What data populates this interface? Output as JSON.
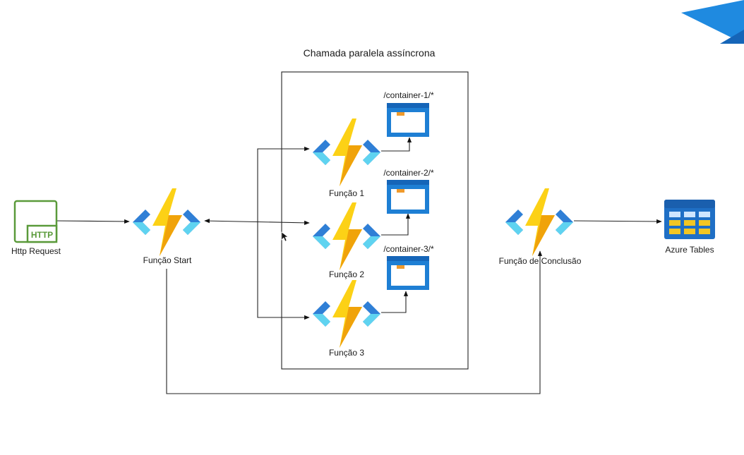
{
  "diagram": {
    "group_title": "Chamada paralela assíncrona",
    "nodes": {
      "http_request": {
        "label": "Http Request",
        "badge": "HTTP",
        "icon": "http-trigger-icon"
      },
      "func_start": {
        "label": "Função Start",
        "icon": "azure-function-icon"
      },
      "func1": {
        "label": "Função 1",
        "icon": "azure-function-icon"
      },
      "func2": {
        "label": "Função 2",
        "icon": "azure-function-icon"
      },
      "func3": {
        "label": "Função 3",
        "icon": "azure-function-icon"
      },
      "container1": {
        "label": "/container-1/*",
        "icon": "blob-container-icon"
      },
      "container2": {
        "label": "/container-2/*",
        "icon": "blob-container-icon"
      },
      "container3": {
        "label": "/container-3/*",
        "icon": "blob-container-icon"
      },
      "func_conclusao": {
        "label": "Função de Conclusão",
        "icon": "azure-function-icon"
      },
      "azure_tables": {
        "label": "Azure Tables",
        "icon": "azure-tables-icon"
      }
    },
    "edges": [
      {
        "from": "http_request",
        "to": "func_start"
      },
      {
        "from": "func_start",
        "to": "func1"
      },
      {
        "from": "func_start",
        "to": "func2"
      },
      {
        "from": "func_start",
        "to": "func3"
      },
      {
        "from": "func1",
        "to": "container1"
      },
      {
        "from": "func2",
        "to": "container2"
      },
      {
        "from": "func3",
        "to": "container3"
      },
      {
        "from": "func_start",
        "to": "func_conclusao"
      },
      {
        "from": "func_conclusao",
        "to": "azure_tables"
      }
    ],
    "colors": {
      "function_blue_dark": "#2f7fd6",
      "function_blue_light": "#5fd3f0",
      "bolt_yellow": "#fcd116",
      "bolt_orange": "#f0a30a",
      "container_blue": "#1e7fd4",
      "http_green": "#5a9a3a",
      "tables_blue": "#1f6fc5",
      "tables_yellow": "#f3c623"
    }
  }
}
